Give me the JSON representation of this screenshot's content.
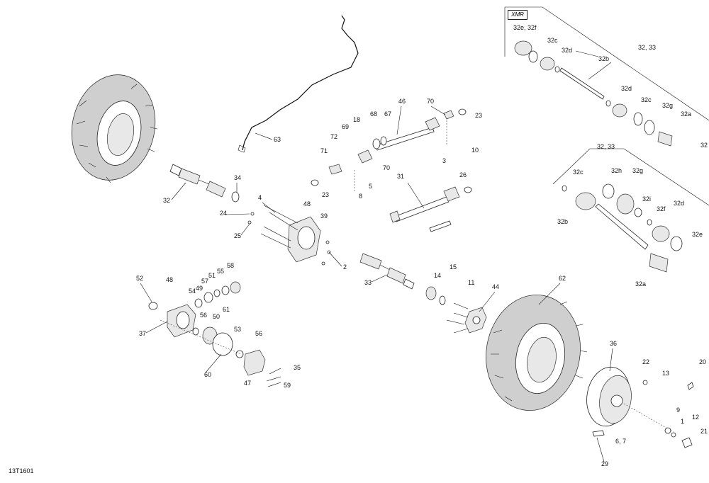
{
  "diagram": {
    "reference_code": "13T1601",
    "variant_badge": "XMR",
    "callouts": {
      "c63": "63",
      "c34": "34",
      "c32_left": "32",
      "c46": "46",
      "c70_top": "70",
      "c23_top": "23",
      "c68": "68",
      "c67": "67",
      "c18": "18",
      "c69": "69",
      "c72": "72",
      "c71": "71",
      "c70_mid": "70",
      "c10": "10",
      "c3": "3",
      "c23_mid": "23",
      "c5": "5",
      "c8": "8",
      "c31": "31",
      "c26": "26",
      "c4": "4",
      "c24": "24",
      "c25": "25",
      "c48_mid": "48",
      "c39": "39",
      "c2": "2",
      "c33": "33",
      "c14": "14",
      "c15": "15",
      "c11": "11",
      "c44": "44",
      "c52": "52",
      "c48_low": "48",
      "c37": "37",
      "c57": "57",
      "c51": "51",
      "c55": "55",
      "c58": "58",
      "c54": "54",
      "c49": "49",
      "c56_a": "56",
      "c61": "61",
      "c50": "50",
      "c53": "53",
      "c56_b": "56",
      "c60": "60",
      "c35": "35",
      "c47": "47",
      "c59": "59",
      "c62": "62",
      "c36": "36",
      "c22": "22",
      "c13": "13",
      "c20": "20",
      "c9": "9",
      "c1": "1",
      "c12": "12",
      "c21": "21",
      "c67b": "6, 7",
      "c29": "29",
      "x32e32f": "32e, 32f",
      "x32c_a": "32c",
      "x32d_a": "32d",
      "x3233_a": "32, 33",
      "x32b_a": "32b",
      "x32d_b": "32d",
      "x32c_b": "32c",
      "x32g_a": "32g",
      "x32a_a": "32a",
      "x32_edge": "32",
      "l3233": "32, 33",
      "l32c": "32c",
      "l32h": "32h",
      "l32g": "32g",
      "l32i": "32i",
      "l32f": "32f",
      "l32d": "32d",
      "l32b": "32b",
      "l32e": "32e",
      "l32a": "32a"
    }
  }
}
